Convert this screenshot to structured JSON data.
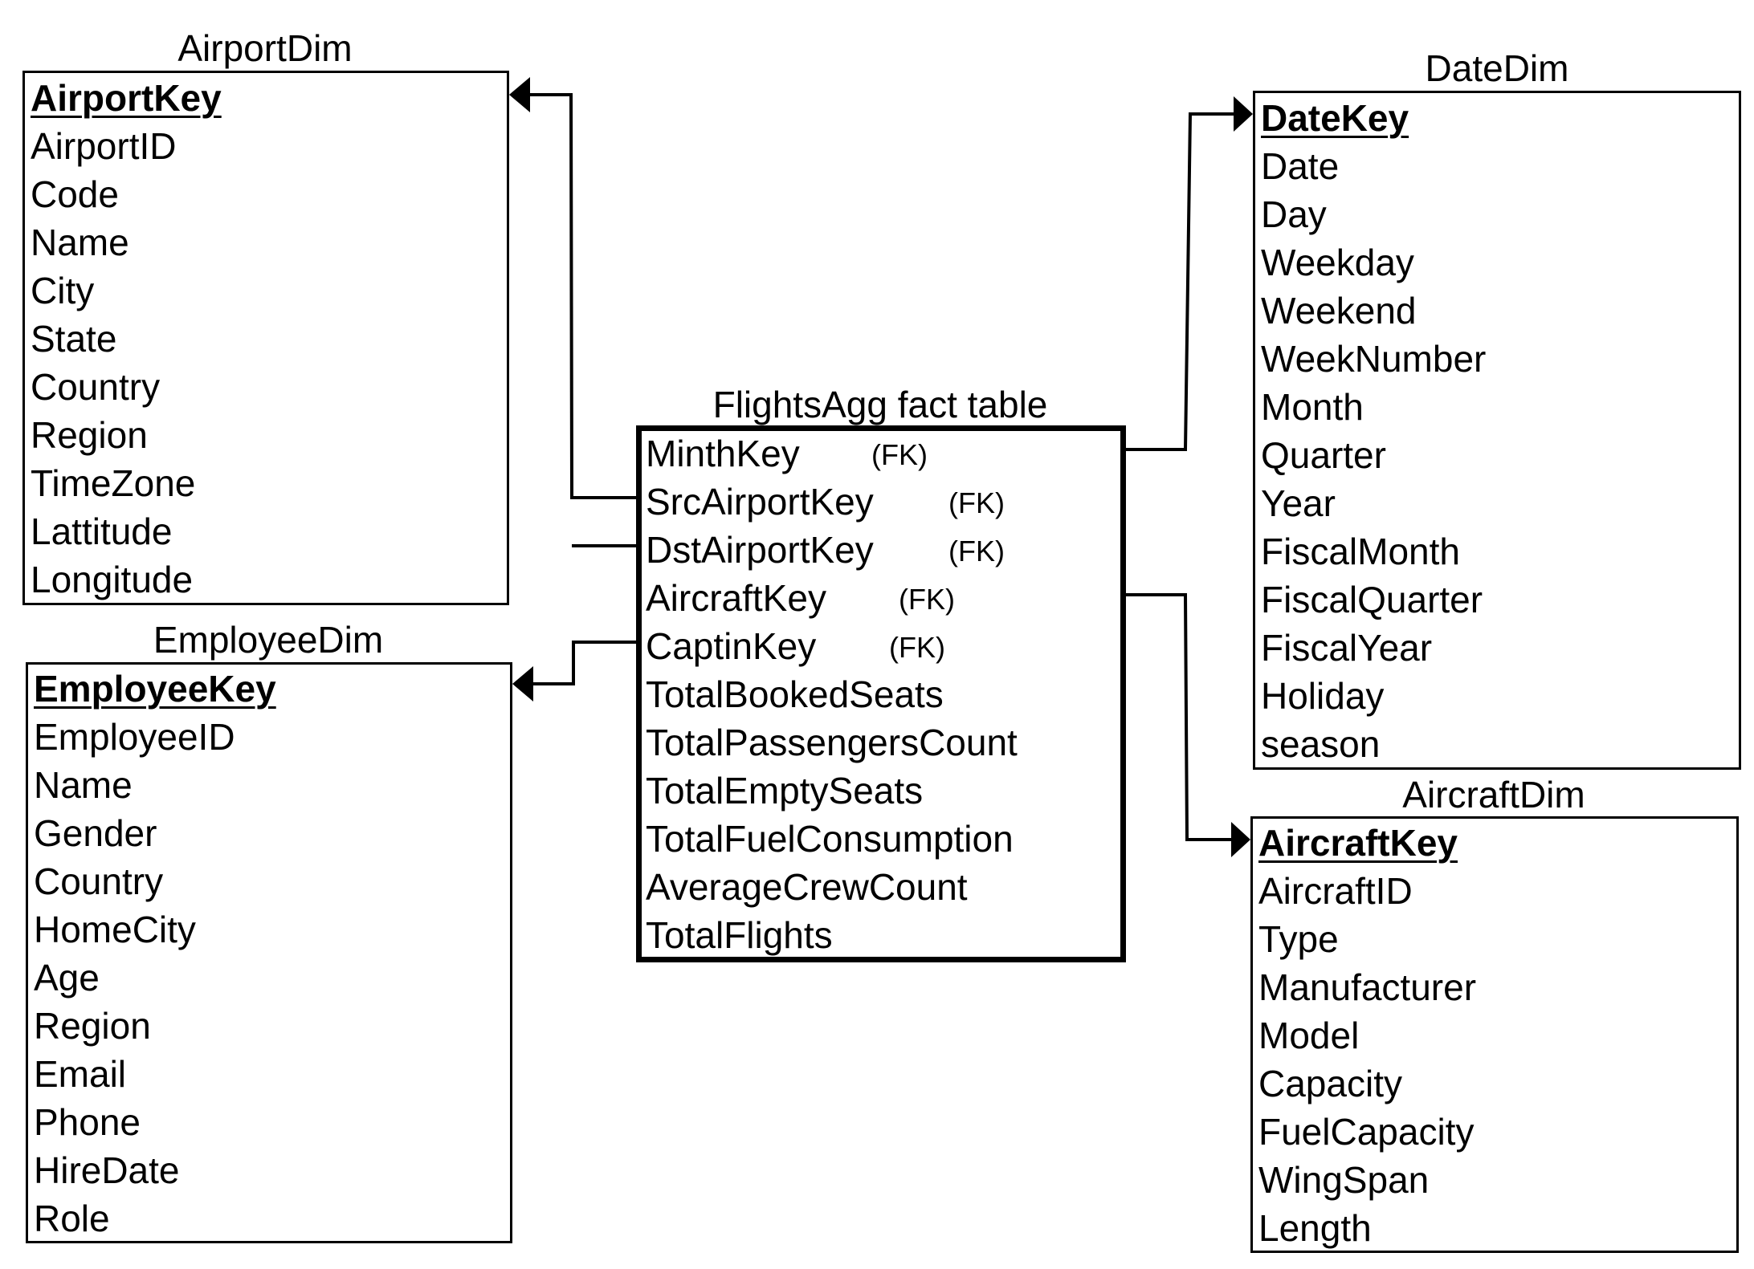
{
  "tables": {
    "airport": {
      "title": "AirportDim",
      "key": "AirportKey",
      "fields": [
        "AirportID",
        "Code",
        "Name",
        "City",
        "State",
        "Country",
        "Region",
        "TimeZone",
        "Lattitude",
        "Longitude"
      ]
    },
    "employee": {
      "title": "EmployeeDim",
      "key": "EmployeeKey",
      "fields": [
        "EmployeeID",
        "Name",
        "Gender",
        "Country",
        "HomeCity",
        "Age",
        "Region",
        "Email",
        "Phone",
        "HireDate",
        "Role"
      ]
    },
    "fact": {
      "title": "FlightsAgg fact table",
      "fk_marker": "(FK)",
      "foreign_keys": [
        "MinthKey",
        "SrcAirportKey",
        "DstAirportKey",
        "AircraftKey",
        "CaptinKey"
      ],
      "measures": [
        "TotalBookedSeats",
        "TotalPassengersCount",
        "TotalEmptySeats",
        "TotalFuelConsumption",
        "AverageCrewCount",
        "TotalFlights"
      ]
    },
    "date": {
      "title": "DateDim",
      "key": "DateKey",
      "fields": [
        "Date",
        "Day",
        "Weekday",
        "Weekend",
        "WeekNumber",
        "Month",
        "Quarter",
        "Year",
        "FiscalMonth",
        "FiscalQuarter",
        "FiscalYear",
        "Holiday",
        "season"
      ]
    },
    "aircraft": {
      "title": "AircraftDim",
      "key": "AircraftKey",
      "fields": [
        "AircraftID",
        "Type",
        "Manufacturer",
        "Model",
        "Capacity",
        "FuelCapacity",
        "WingSpan",
        "Length"
      ]
    }
  },
  "relationships": [
    {
      "from": "MinthKey",
      "to": "DateKey"
    },
    {
      "from": "SrcAirportKey",
      "to": "AirportKey"
    },
    {
      "from": "DstAirportKey",
      "to": "AirportKey"
    },
    {
      "from": "AircraftKey",
      "to": "AircraftKey"
    },
    {
      "from": "CaptinKey",
      "to": "EmployeeKey"
    }
  ],
  "colors": {
    "line": "#000000",
    "background": "#ffffff"
  }
}
